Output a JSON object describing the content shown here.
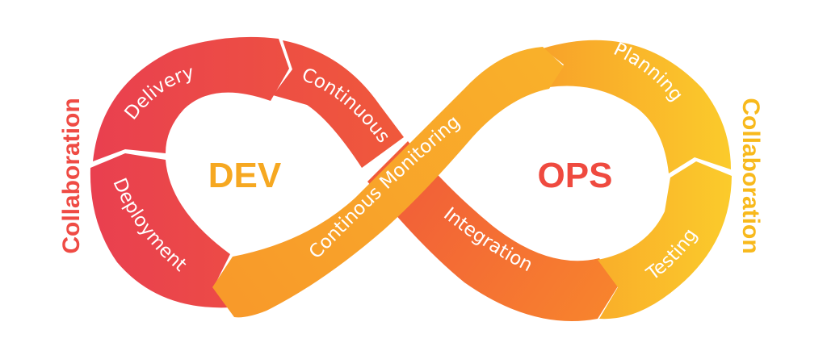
{
  "diagram": {
    "center": {
      "left": "DEV",
      "right": "OPS"
    },
    "side": {
      "left": "Collaboration",
      "right": "Collaboration"
    },
    "segments": {
      "delivery": "Delivery",
      "deployment": "Deployment",
      "continuous": "Continuous",
      "monitoring": "Continous Monitoring",
      "integration": "Integration",
      "planning": "Planning",
      "testing": "Testing"
    },
    "colors": {
      "red": "#ec4251",
      "red_orange": "#f0553c",
      "orange": "#f7862c",
      "amber": "#f8a92a",
      "yellow": "#f9c22a",
      "dev_text": "#f6a821",
      "ops_text": "#ef4a3f",
      "left_side_text": "#ef4b44",
      "right_side_text": "#f8b91c"
    }
  }
}
